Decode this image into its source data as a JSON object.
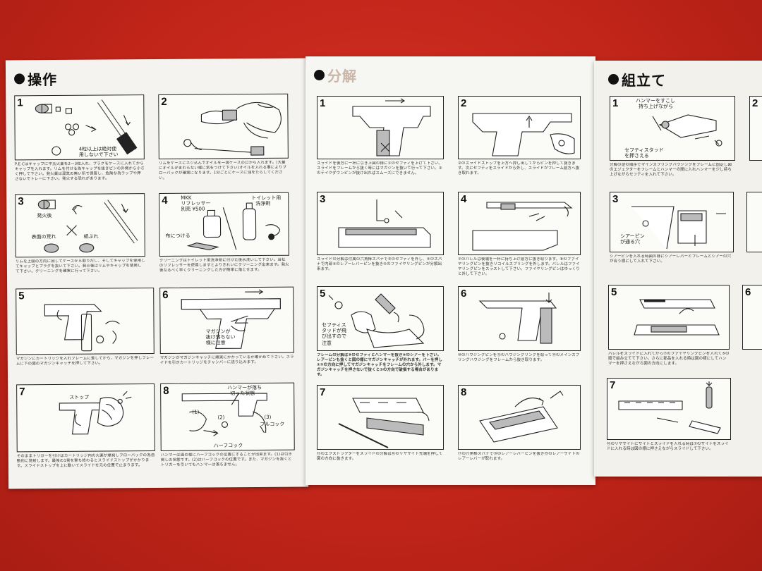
{
  "panels": {
    "operation": {
      "title": "操作",
      "steps": [
        {
          "num": "1",
          "labels": [
            "4粒以上は絶対使",
            "用しないで下さい"
          ],
          "caption": "P.E.Cはキャップに平玉火薬を2〜3粒入れ、プラグをケースに入れてからキャップを入れます。リムを付ける為キャップを抜きピンの外側から小さく押して下さい。発火薬は湿気の無い所で保管し、危険な為ラップや押さないでトレーに下さい。発火する恐れがあります。"
        },
        {
          "num": "2",
          "labels": [],
          "caption": "リムをケースにネジ込んでオイルを一滴ケースの口から入れます。(大量にオイルがまわらない様に気をつけて下さい)オイルを入れる事によりブローバックが確実になります。1分ごとにケースに油をたらしてください。"
        },
        {
          "num": "3",
          "labels": [
            "発火後",
            "表面の荒れ",
            "紙ぶれ"
          ],
          "caption": "リムを上図の方向に回してケースから取りだし、そしてキャップを使用してキャップとプラグを抜いて下さい。発火後はリムやキャップを使用して下さい。クリーニングを確実に行って下さい。"
        },
        {
          "num": "4",
          "labels": [
            "MKK",
            "リフレッサー",
            "別売 ¥500",
            "トイレット用",
            "洗浄剤",
            "布につける"
          ],
          "caption": "クリーニングはトイレット用洗浄剤に付けた後水洗いして下さい。当社のリフレッサーを使用しますとよりきれいにクリーニング出来ます。発火後なるべく早くクリーニングした方が簡単に落とせます。"
        },
        {
          "num": "5",
          "labels": [],
          "caption": "マガジンにカートリッジを入れフレームに差してから、マガジンを押しフレームに下の図のマガジンキャッチを押して下さい。"
        },
        {
          "num": "6",
          "labels": [
            "マガジンが",
            "抜け落ちない",
            "様に注意"
          ],
          "caption": "マガジンがマガジンキャッチに確実にかかっているか確かめて下さい。スライドを引きカートリッジをチャンバーに送り込みます。"
        },
        {
          "num": "7",
          "labels": [
            "ストップ"
          ],
          "caption": "そのままトリガーを引けばカートリッジ内の火薬が爆発しブローバックの為自動的に発射します。最後の1発を撃ち終わるとスライドストップがかかります。スライドストップを上に動いてスライドを元の位置で止まります。"
        },
        {
          "num": "8",
          "labels": [
            "ハンマーが落ち",
            "切った状態",
            "(1)",
            "(2)",
            "(3)",
            "フルコック",
            "ハーフコック"
          ],
          "caption": "ハンマーは図の様にハーフコックの位置にすることが出来ます。(1)は引き倒しの状態です。(2)はハーフコックの位置です。また、マガジンを抜くとトリガーを引いてもハンマーは落ちません。"
        }
      ]
    },
    "disassembly": {
      "title": "分解",
      "steps": [
        {
          "num": "1",
          "labels": [],
          "caption": "スライドを後方に一杯に引き上図の様に①のセフティを上げて下さい。スライドをフレームから抜く時にはマガジンを抜いて行って下さい。②のテイクダウンピンが抜け出ればスムーズにできません。"
        },
        {
          "num": "2",
          "labels": [],
          "caption": "②のスライドストップを上方へ押し出してからピンを押して抜きます。次にセフティをスライドから外し、スライドがフレーム前方へ抜き取れます。"
        },
        {
          "num": "3",
          "labels": [],
          "caption": "スライドの分解は付属の六角棒スパナで③のセフティを外し、⑤のスパナで内部④のレアーレバーピンを抜き⑤のファイヤリングピンが分解出来ます。"
        },
        {
          "num": "4",
          "labels": [],
          "caption": "⑦のバレルは後端を一杯に持ち上げ前方に抜き取ります。⑧のファイヤリングピンを抜きリコイルスプリングを外します。バレルはファイヤリングピンをスラストして下さい。ファイヤリングピンはゆっくりと外して下さい。"
        },
        {
          "num": "5",
          "labels": [
            "セフティス",
            "タッドが飛",
            "び出すので",
            "注意"
          ],
          "caption": "フレームの分解は⑨のセフティとハンマーを抜き⑩のシアーを下さい。レアーピンも抜くと図の様にマガジンキャッチが外れます。バーを押し①②の方向に押してマガジンキャッチをフレームの穴から外します。マガジンキャッチを押さないで抜くと③の方向で破損する場合があります。"
        },
        {
          "num": "6",
          "labels": [],
          "caption": "⑩のハウジングピンを⑬のハウジングリングを取って⑭のメインスプリングハウジングをフレームから抜き取ります。"
        },
        {
          "num": "7",
          "labels": [],
          "caption": "⑮のエクストラクターをスライドの分解は⑯のリヤサイト先端を押して図の方向に抜きます。"
        },
        {
          "num": "8",
          "labels": [],
          "caption": "⑰の六角棒スパナで⑱のレアーレバーピンを抜き⑲のレアーサイトのレアーレバーが取れます。"
        }
      ]
    },
    "assembly": {
      "title": "組立て",
      "steps": [
        {
          "num": "1",
          "labels": [
            "ハンマーをすこし",
            "持ち上げながら",
            "セフティスタッド",
            "を押さえる"
          ],
          "caption": "分解の逆の順序でマインスプリングハウジングをフレームに固定し図のエジェクターをフレームとハンマーの間に入れハンマーを少し持ち上げながらセフティを入れて下さい。"
        },
        {
          "num": "3",
          "labels": [
            "シアーピン",
            "が通る穴"
          ],
          "caption": "シアーピンを入れる時図の様にシアーレバーとフレームとシアーの穴が合う様にして入れて下さい。"
        },
        {
          "num": "5",
          "labels": [],
          "caption": "バレルをスライドに入れてから⑦のファイヤリングピンを入れて⑤の順で組み立てて下さい。さらに部品を入れる時は図の様にしてハンマーを押さえながら図の方向にします。"
        },
        {
          "num": "7",
          "labels": [],
          "caption": "⑯のリヤサイトにサイトとスライドを入れる時は⑦のサイトをスライドに入れる時は図の様に押さえながらスライドして下さい。"
        }
      ]
    }
  }
}
